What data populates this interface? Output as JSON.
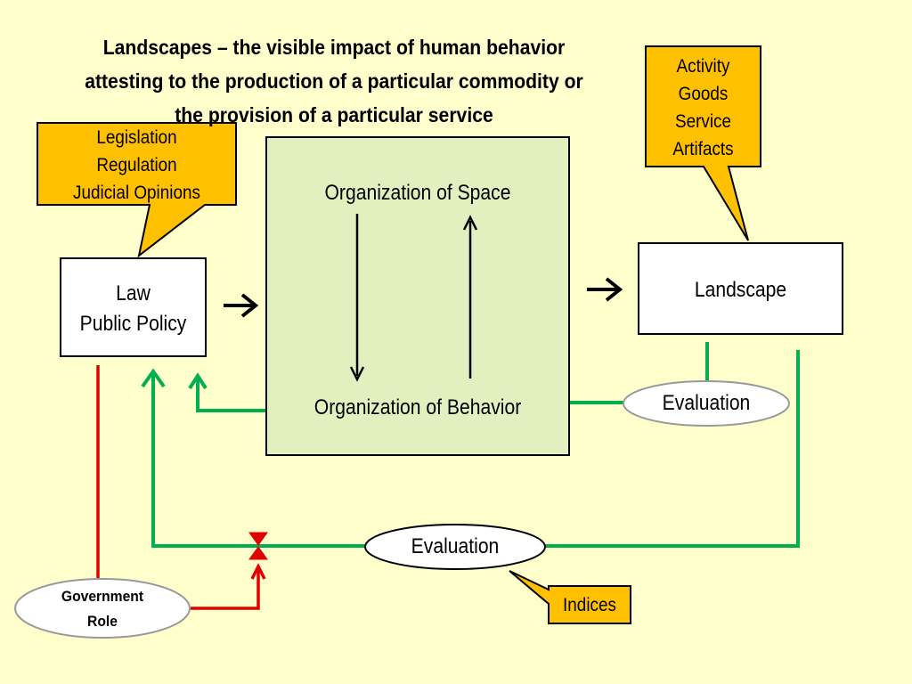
{
  "title": {
    "lines": [
      "Landscapes – the visible impact of human behavior",
      "attesting to the production of a particular commodity or",
      "the provision of a particular service"
    ]
  },
  "callout_law": {
    "lines": [
      "Legislation",
      "Regulation",
      "Judicial Opinions"
    ]
  },
  "callout_landscape": {
    "lines": [
      "Activity",
      "Goods",
      "Service",
      "Artifacts"
    ]
  },
  "law_box": {
    "lines": [
      "Law",
      "Public Policy"
    ]
  },
  "center_box": {
    "top_label": "Organization of Space",
    "bottom_label": "Organization of Behavior"
  },
  "landscape_box": {
    "label": "Landscape"
  },
  "evaluation_upper": {
    "label": "Evaluation"
  },
  "evaluation_lower": {
    "label": "Evaluation"
  },
  "government_role": {
    "lines": [
      "Government",
      "Role"
    ]
  },
  "indices": {
    "label": "Indices"
  },
  "colors": {
    "background": "#ffffcc",
    "callout_fill": "#ffc000",
    "center_fill": "#e2f0c0",
    "feedback_green": "#00b050",
    "government_red": "#e00000"
  }
}
